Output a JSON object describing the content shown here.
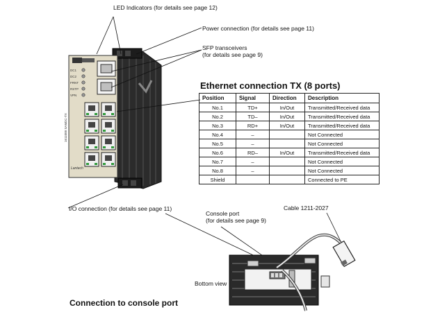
{
  "callouts": {
    "led": "LED Indicators (for details see page 12)",
    "power": "Power connection (for details see page 11)",
    "sfp_line1": "SFP transceivers",
    "sfp_line2": "(for details see page 9)",
    "io": "I/O connection (for details see page 11)",
    "console_line1": "Console port",
    "console_line2": "(for details see page 9)",
    "cable": "Cable 1211-2027",
    "bottom_view": "Bottom view"
  },
  "device": {
    "led_labels": [
      "DC1",
      "DC2",
      "FRNT",
      "RSTP",
      "VPN"
    ],
    "model_label": "1611000 SAMDC-TX",
    "brand_label": "Lantech"
  },
  "ethernet_table": {
    "title": "Ethernet connection TX (8 ports)",
    "headers": [
      "Position",
      "Signal",
      "Direction",
      "Description"
    ],
    "rows": [
      [
        "No.1",
        "TD+",
        "In/Out",
        "Transmitted/Received data"
      ],
      [
        "No.2",
        "TD–",
        "In/Out",
        "Transmitted/Received data"
      ],
      [
        "No.3",
        "RD+",
        "In/Out",
        "Transmitted/Received data"
      ],
      [
        "No.4",
        "–",
        "",
        "Not Connected"
      ],
      [
        "No.5",
        "–",
        "",
        "Not Connected"
      ],
      [
        "No.6",
        "RD–",
        "In/Out",
        "Transmitted/Received data"
      ],
      [
        "No.7",
        "–",
        "",
        "Not Connected"
      ],
      [
        "No.8",
        "–",
        "",
        "Not Connected"
      ],
      [
        "Shield",
        "",
        "",
        "Connected to PE"
      ]
    ]
  },
  "console_title": "Connection to console port"
}
